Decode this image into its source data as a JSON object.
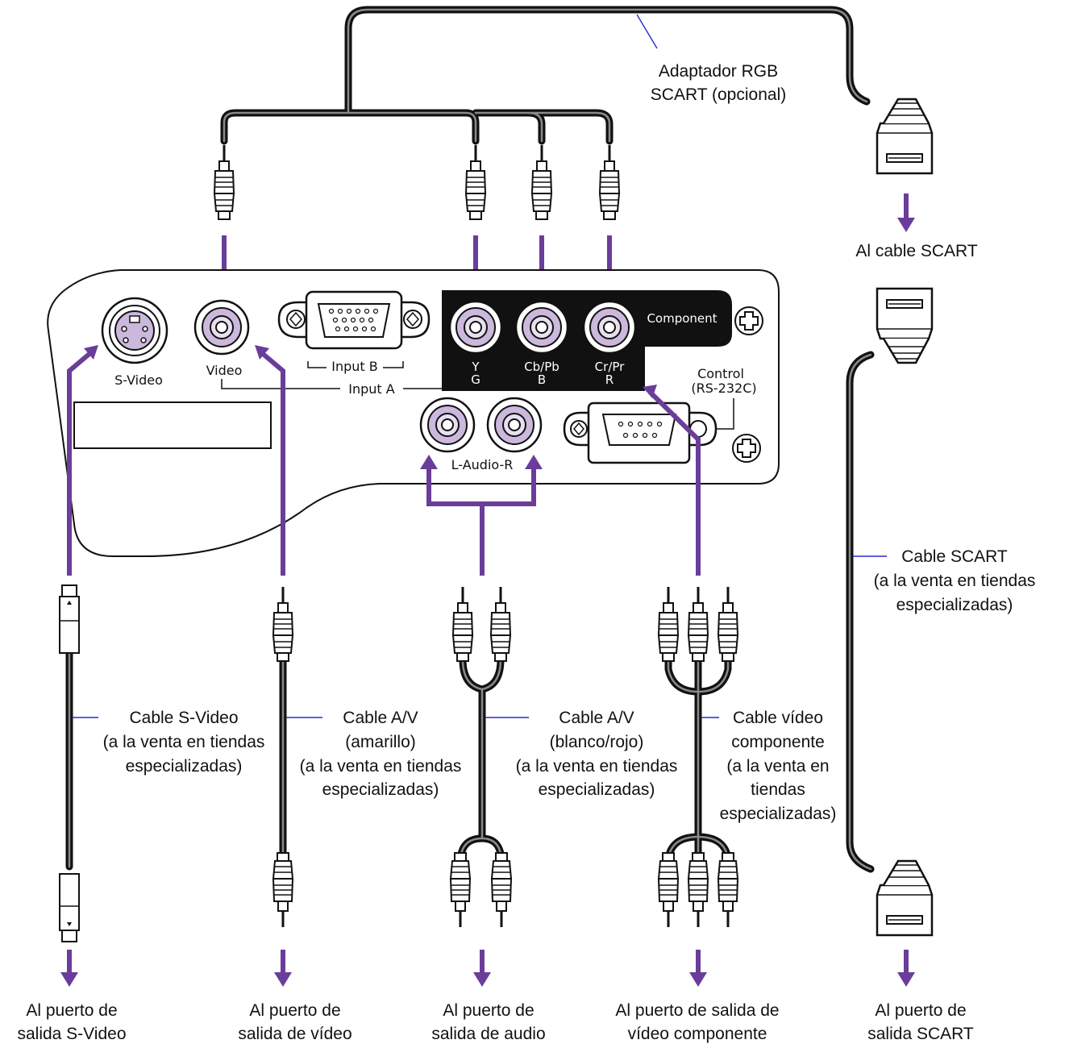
{
  "labels": {
    "adapter": [
      "Adaptador RGB",
      "SCART (opcional)"
    ],
    "to_scart_cable": "Al cable SCART",
    "scart_cable": [
      "Cable SCART",
      "(a la venta en tiendas",
      "especializadas)"
    ],
    "svideo_cable": [
      "Cable S-Video",
      "(a la venta en tiendas",
      "especializadas)"
    ],
    "av_yellow_cable": [
      "Cable A/V",
      "(amarillo)",
      "(a la venta en tiendas",
      "especializadas)"
    ],
    "av_wr_cable": [
      "Cable A/V",
      "(blanco/rojo)",
      "(a la venta en tiendas",
      "especializadas)"
    ],
    "component_cable": [
      "Cable vídeo",
      "componente",
      "(a la venta en",
      "tiendas",
      "especializadas)"
    ]
  },
  "destinations": {
    "svideo_out": [
      "Al puerto de",
      "salida S-Video"
    ],
    "video_out": [
      "Al puerto de",
      "salida de vídeo"
    ],
    "audio_out": [
      "Al puerto de",
      "salida de audio"
    ],
    "component_out": [
      "Al puerto de salida de",
      "vídeo componente"
    ],
    "scart_out": [
      "Al puerto de",
      "salida SCART"
    ]
  },
  "panel": {
    "svideo": "S-Video",
    "video": "Video",
    "input_b": "Input B",
    "input_a": "Input A",
    "component": "Component",
    "y": "Y",
    "g": "G",
    "cb_pb": "Cb/Pb",
    "b": "B",
    "cr_pr": "Cr/Pr",
    "r": "R",
    "control": "Control",
    "rs232c": "(RS-232C)",
    "audio": "L-Audio-R"
  },
  "colors": {
    "arrow": "#6a3d9a",
    "leader": "#2a2ad0",
    "cable": "#111111",
    "jack_fill": "#cbb8dc"
  }
}
